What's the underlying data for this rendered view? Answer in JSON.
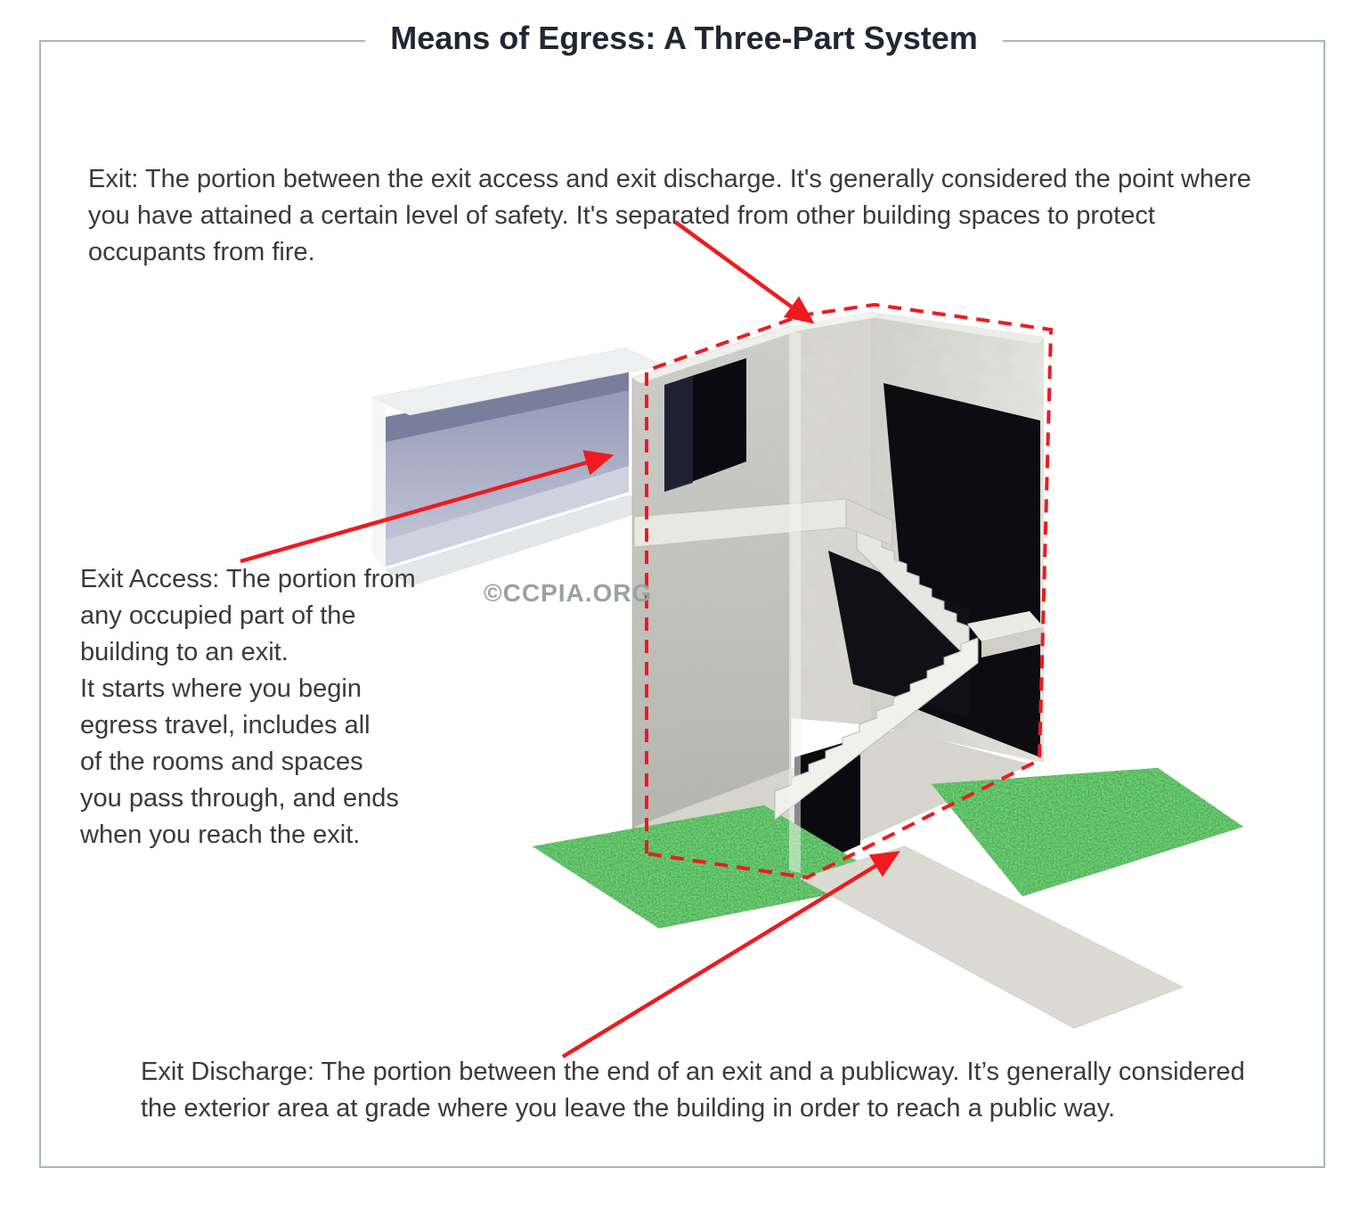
{
  "title": "Means of Egress: A Three-Part System",
  "watermark": "©CCPIA.ORG",
  "annotations": {
    "exit": {
      "text": "Exit: The portion between the exit access and exit discharge. It's generally considered the point where\nyou have attained a certain level of safety. It's separated from other building spaces to protect\noccupants from fire."
    },
    "exit_access": {
      "text": "Exit Access: The portion from\nany occupied part of the\nbuilding to an exit.\nIt starts where you begin\negress travel, includes all\nof the rooms and spaces\nyou pass through, and ends\nwhen you reach the exit."
    },
    "exit_discharge": {
      "text": "Exit Discharge: The portion between the end of an exit and a publicway. It’s generally considered\nthe exterior area at grade where you leave the building in order to reach a public way."
    }
  },
  "diagram": {
    "parts": [
      "exit",
      "exit-access",
      "exit-discharge"
    ],
    "colors": {
      "accent_red": "#ee1a1f",
      "grass_green": "#3aa53a",
      "concrete": "#c6c7c1",
      "corridor_interior": "#a9aec6",
      "frame_border": "#aab4bb"
    }
  }
}
